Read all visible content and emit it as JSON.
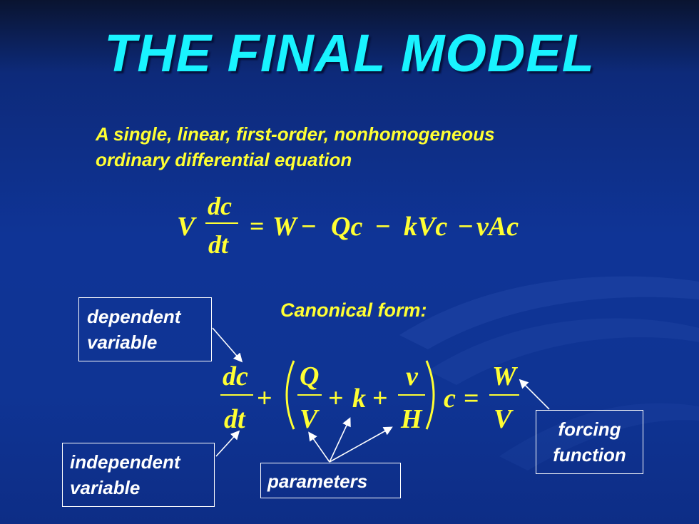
{
  "slide": {
    "title": "THE FINAL MODEL",
    "subtitle_line1": "A single, linear, first-order, nonhomogeneous",
    "subtitle_line2": "ordinary differential equation",
    "canonical_label": "Canonical form:"
  },
  "equation1": {
    "lhs_coef": "V",
    "num": "dc",
    "den": "dt",
    "eq": "=",
    "t1": "W",
    "m1": "−",
    "t2": "Qc",
    "m2": "−",
    "t3": "kVc",
    "m3": "−",
    "t4": "vAc"
  },
  "equation2": {
    "frac1_num": "dc",
    "frac1_den": "dt",
    "plus1": "+",
    "frac2_num": "Q",
    "frac2_den": "V",
    "plus2": "+",
    "k": "k",
    "plus3": "+",
    "frac3_num": "v",
    "frac3_den": "H",
    "c": "c",
    "eq": "=",
    "frac4_num": "W",
    "frac4_den": "V"
  },
  "labels": {
    "dependent_line1": "dependent",
    "dependent_line2": "variable",
    "independent_line1": "independent",
    "independent_line2": "variable",
    "parameters": "parameters",
    "forcing_line1": "forcing",
    "forcing_line2": "function"
  },
  "colors": {
    "title": "#19f3ff",
    "text_yellow": "#ffff33",
    "box_border": "#ffffff",
    "background": "#0f3496"
  }
}
